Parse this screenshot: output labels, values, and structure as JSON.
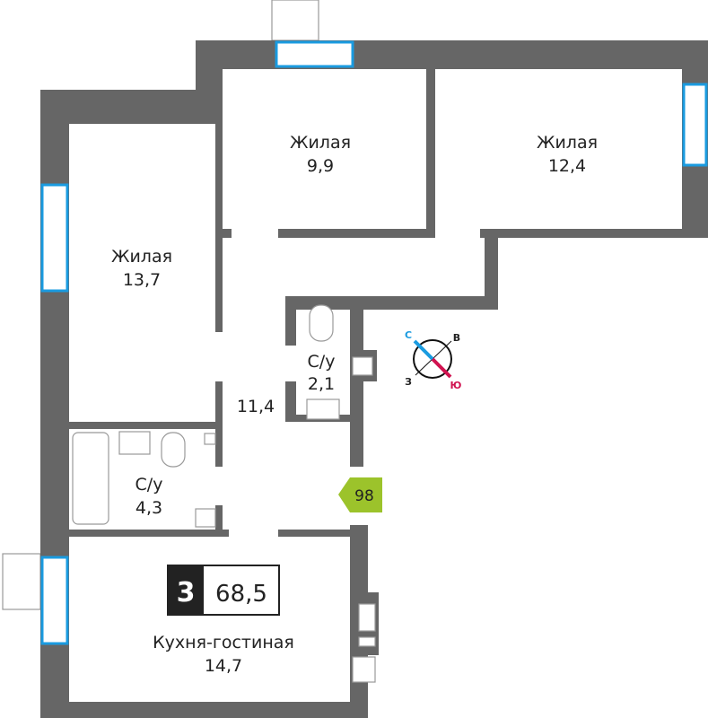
{
  "rooms": [
    {
      "name": "Жилая",
      "area": "13,7"
    },
    {
      "name": "Жилая",
      "area": "9,9"
    },
    {
      "name": "Жилая",
      "area": "12,4"
    },
    {
      "name": "С/у",
      "area": "2,1"
    },
    {
      "name": "С/у",
      "area": "4,3"
    },
    {
      "name": "Кухня-гостиная",
      "area": "14,7"
    }
  ],
  "hall_area": "11,4",
  "apartment": {
    "rooms_count": "3",
    "total_area": "68,5",
    "number": "98"
  },
  "compass": {
    "north": "С",
    "east": "В",
    "south": "Ю",
    "west": "З"
  },
  "colors": {
    "wall": "#666666",
    "window": "#1a9be0",
    "badge": "#9cc32b",
    "north": "#1a9be0",
    "south": "#d0124f"
  }
}
